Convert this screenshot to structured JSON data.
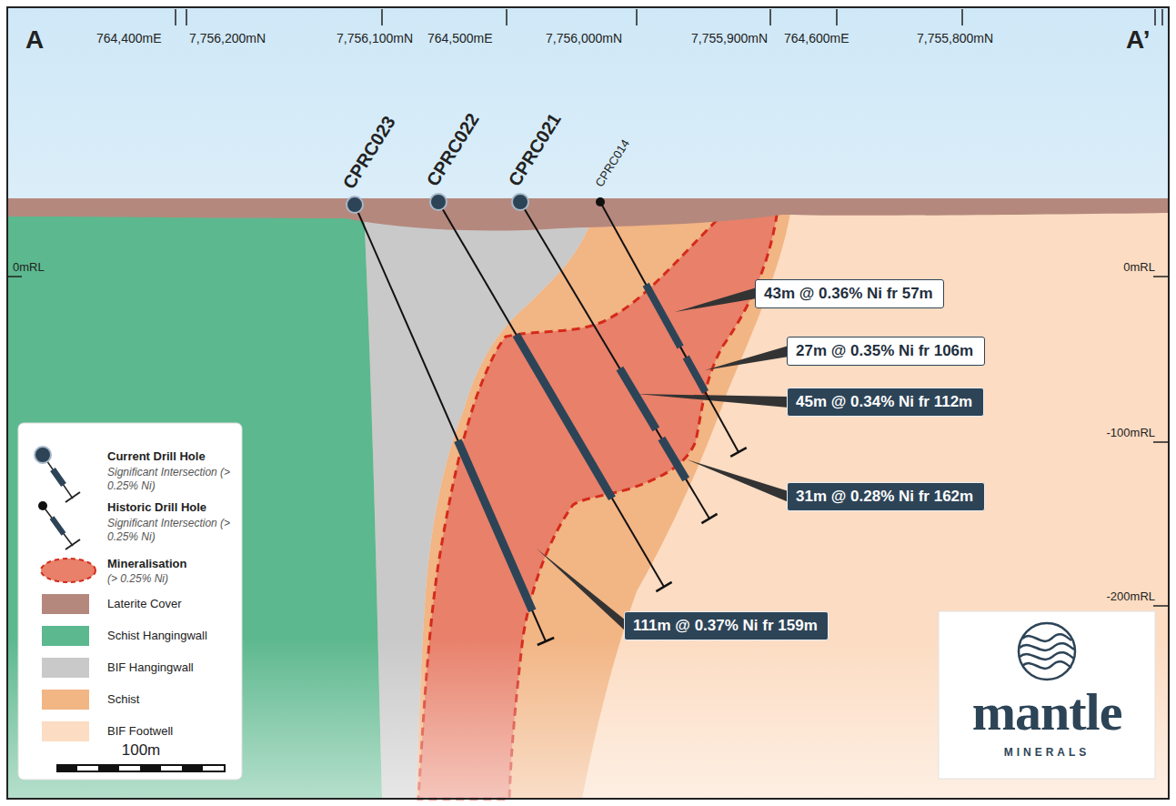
{
  "diagram": {
    "nodes": [
      {
        "text": [
          "43m @ 0.36% Ni fr 57m"
        ]
      },
      {
        "text": [
          "27m @ 0.35% Ni fr 106m"
        ]
      },
      {
        "text": [
          "45m @ 0.34% Ni fr 112m"
        ]
      },
      {
        "text": [
          "31m @ 0.28% Ni fr 162m"
        ]
      },
      {
        "text": [
          "111m @ 0.37% Ni fr 159m"
        ]
      },
      {
        "text": [
          "mantle",
          "MINERALS"
        ]
      }
    ],
    "edges": [],
    "labels": [
      "A",
      "A’",
      "764,400mE",
      "7,756,200mN",
      "7,756,100mN",
      "764,500mE",
      "7,756,000mN",
      "7,755,900mN",
      "764,600mE",
      "7,755,800mN",
      "CPRC023",
      "CPRC022",
      "CPRC021",
      "CPRC014",
      "0mRL",
      "0mRL",
      "-100mRL",
      "-200mRL",
      "Significant Intersection (> 0.25% Ni)",
      "Significant Intersection (> 0.25% Ni)",
      "(> 0.25% Ni)",
      "100m"
    ],
    "legend": [
      {
        "text": "Current Drill Hole"
      },
      {
        "text": "Historic Drill Hole"
      },
      {
        "text": "Mineralisation"
      },
      {
        "text": "Laterite Cover",
        "color": "#b5887d"
      },
      {
        "text": "Schist Hangingwall",
        "color": "#5cb88e"
      },
      {
        "text": "BIF Hangingwall",
        "color": "#c9c9c9"
      },
      {
        "text": "Schist",
        "color": "#f2b584"
      },
      {
        "text": "BIF Footwell",
        "color": "#fcdcc2"
      }
    ]
  }
}
